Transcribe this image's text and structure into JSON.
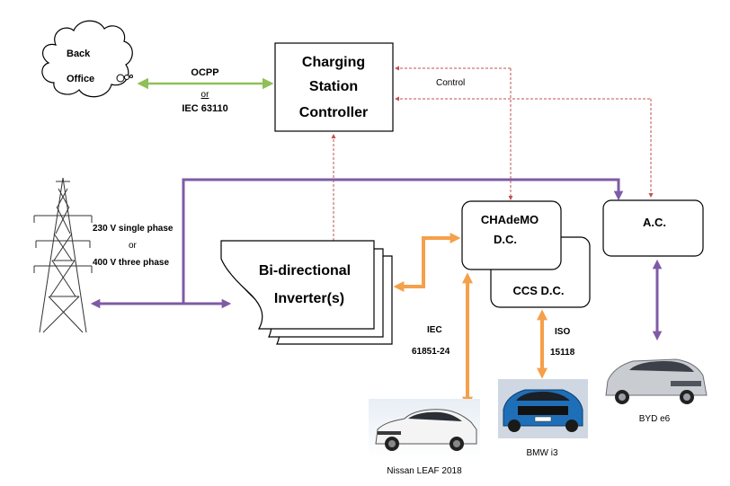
{
  "nodes": {
    "back_office": [
      "Back",
      "Office"
    ],
    "controller": [
      "Charging",
      "Station",
      "Controller"
    ],
    "inverter": [
      "Bi-directional",
      "Inverter(s)"
    ],
    "chademo": [
      "CHAdeMO",
      "D.C."
    ],
    "ccs": "CCS D.C.",
    "ac": "A.C."
  },
  "labels": {
    "protocol": [
      "OCPP",
      "or",
      "IEC 63110"
    ],
    "control": "Control",
    "grid_voltage": [
      "230 V single phase",
      "or",
      "400 V three phase"
    ],
    "iec": [
      "IEC",
      "61851-24"
    ],
    "iso": [
      "ISO",
      "15118"
    ]
  },
  "vehicles": {
    "leaf": "Nissan LEAF 2018",
    "bmw": "BMW i3",
    "byd": "BYD e6"
  },
  "colors": {
    "ocpp_arrow": "#8fbf58",
    "control_line": "#c0504d",
    "ac_power": "#7e5ba6",
    "dc_power": "#f5a04a",
    "box_border": "#000000",
    "background": "#ffffff"
  },
  "icons": {
    "cloud": "cloud-icon",
    "pylon": "power-pylon-icon",
    "cars": [
      "white-hatchback-car-icon",
      "blue-compact-car-icon",
      "silver-sedan-car-icon"
    ]
  }
}
